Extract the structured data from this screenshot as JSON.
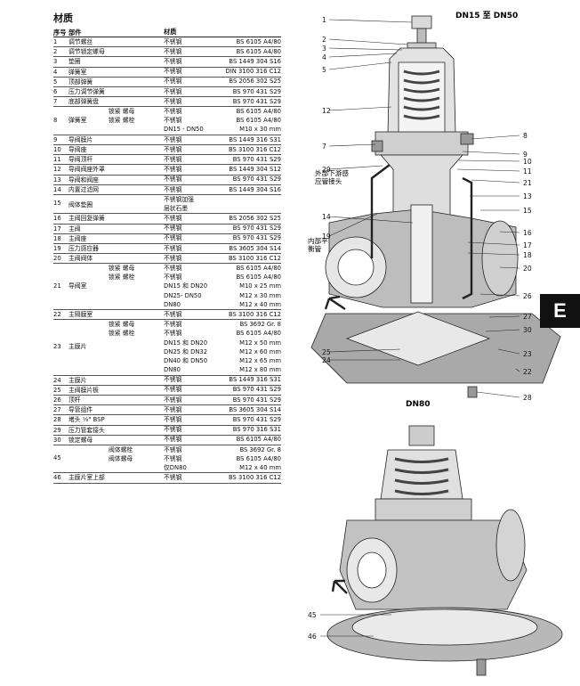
{
  "heading": "材质",
  "table": {
    "col_no": "序号",
    "col_part": "部件",
    "col_material": "材质",
    "rows": [
      {
        "no": "1",
        "part": "调节螺丝",
        "sub": [],
        "mats": [
          {
            "m": "不锈钢",
            "s": "BS 6105 A4/80"
          }
        ]
      },
      {
        "no": "2",
        "part": "调节锁定螺母",
        "sub": [],
        "mats": [
          {
            "m": "不锈钢",
            "s": "BS 6105 A4/80"
          }
        ]
      },
      {
        "no": "3",
        "part": "垫圈",
        "sub": [],
        "mats": [
          {
            "m": "不锈钢",
            "s": "BS 1449 304 S16"
          }
        ]
      },
      {
        "no": "4",
        "part": "弹簧室",
        "sub": [],
        "mats": [
          {
            "m": "不锈钢",
            "s": "DIN 3100 316 C12"
          }
        ]
      },
      {
        "no": "5",
        "part": "顶部弹簧",
        "sub": [],
        "mats": [
          {
            "m": "不锈钢",
            "s": "BS 2056 302 S25"
          }
        ]
      },
      {
        "no": "6",
        "part": "压力调节弹簧",
        "sub": [],
        "mats": [
          {
            "m": "不锈钢",
            "s": "BS 970 431 S29"
          }
        ]
      },
      {
        "no": "7",
        "part": "底部弹簧盘",
        "sub": [],
        "mats": [
          {
            "m": "不锈钢",
            "s": "BS 970 431 S29"
          }
        ]
      },
      {
        "no": "8",
        "part": "弹簧室",
        "sub": [
          "锁紧 螺母",
          "锁紧 螺栓",
          ""
        ],
        "mats": [
          {
            "m": "不锈钢",
            "s": "BS 6105 A4/80"
          },
          {
            "m": "不锈钢",
            "s": "BS 6105 A4/80"
          },
          {
            "m": "DN15 - DN50",
            "s": "M10 x 30 mm"
          }
        ]
      },
      {
        "no": "9",
        "part": "导阀膜片",
        "sub": [],
        "mats": [
          {
            "m": "不锈钢",
            "s": "BS 1449 316 S31"
          }
        ]
      },
      {
        "no": "10",
        "part": "导阀座",
        "sub": [],
        "mats": [
          {
            "m": "不锈钢",
            "s": "BS 3100 316 C12"
          }
        ]
      },
      {
        "no": "11",
        "part": "导阀顶杆",
        "sub": [],
        "mats": [
          {
            "m": "不锈钢",
            "s": "BS 970 431 S29"
          }
        ]
      },
      {
        "no": "12",
        "part": "导阀阀座外罩",
        "sub": [],
        "mats": [
          {
            "m": "不锈钢",
            "s": "BS 1449 304 S12"
          }
        ]
      },
      {
        "no": "13",
        "part": "导阀和阀座",
        "sub": [],
        "mats": [
          {
            "m": "不锈钢",
            "s": "BS 970 431 S29"
          }
        ]
      },
      {
        "no": "14",
        "part": "内置过滤网",
        "sub": [],
        "mats": [
          {
            "m": "不锈钢",
            "s": "BS 1449 304 S16"
          }
        ]
      },
      {
        "no": "15",
        "part": "阀体垫圈",
        "sub": [],
        "mats": [
          {
            "m": "不锈钢加强",
            "s": ""
          },
          {
            "m": "层状石墨",
            "s": ""
          }
        ]
      },
      {
        "no": "16",
        "part": "主阀回复弹簧",
        "sub": [],
        "mats": [
          {
            "m": "不锈钢",
            "s": "BS 2056 302 S25"
          }
        ]
      },
      {
        "no": "17",
        "part": "主阀",
        "sub": [],
        "mats": [
          {
            "m": "不锈钢",
            "s": "BS 970 431 S29"
          }
        ]
      },
      {
        "no": "18",
        "part": "主阀座",
        "sub": [],
        "mats": [
          {
            "m": "不锈钢",
            "s": "BS 970 431 S29"
          }
        ]
      },
      {
        "no": "19",
        "part": "压力感应器",
        "sub": [],
        "mats": [
          {
            "m": "不锈钢",
            "s": "BS 3605 304 S14"
          }
        ]
      },
      {
        "no": "20",
        "part": "主阀阀体",
        "sub": [],
        "mats": [
          {
            "m": "不锈钢",
            "s": "BS 3100 316 C12"
          }
        ]
      },
      {
        "no": "21",
        "part": "导阀室",
        "sub": [
          "锁紧 螺母",
          "锁紧 螺栓",
          "",
          "",
          ""
        ],
        "mats": [
          {
            "m": "不锈钢",
            "s": "BS 6105 A4/80"
          },
          {
            "m": "不锈钢",
            "s": "BS 6105 A4/80"
          },
          {
            "m": "DN15 和 DN20",
            "s": "M10 x 25 mm"
          },
          {
            "m": "DN25- DN50",
            "s": "M12 x 30 mm"
          },
          {
            "m": "DN80",
            "s": "M12 x 40 mm"
          }
        ]
      },
      {
        "no": "22",
        "part": "主隔膜室",
        "sub": [],
        "mats": [
          {
            "m": "不锈钢",
            "s": "BS 3100 316 C12"
          }
        ]
      },
      {
        "no": "23",
        "part": "主膜片",
        "sub": [
          "锁紧 螺母",
          "锁紧 螺栓",
          "",
          "",
          "",
          ""
        ],
        "mats": [
          {
            "m": "不锈钢",
            "s": "BS 3692 Gr. 8"
          },
          {
            "m": "不锈钢",
            "s": "BS 6105 A4/80"
          },
          {
            "m": "DN15 和 DN20",
            "s": "M12 x 50 mm"
          },
          {
            "m": "DN25 和 DN32",
            "s": "M12 x 60 mm"
          },
          {
            "m": "DN40 和 DN50",
            "s": "M12 x 65 mm"
          },
          {
            "m": "DN80",
            "s": "M12 x 80 mm"
          }
        ]
      },
      {
        "no": "24",
        "part": "主膜片",
        "sub": [],
        "mats": [
          {
            "m": "不锈钢",
            "s": "BS 1449 316 S31"
          }
        ]
      },
      {
        "no": "25",
        "part": "主阀膜片板",
        "sub": [],
        "mats": [
          {
            "m": "不锈钢",
            "s": "BS 970 431 S29"
          }
        ]
      },
      {
        "no": "26",
        "part": "顶杆",
        "sub": [],
        "mats": [
          {
            "m": "不锈钢",
            "s": "BS 970 431 S29"
          }
        ]
      },
      {
        "no": "27",
        "part": "导管组件",
        "sub": [],
        "mats": [
          {
            "m": "不锈钢",
            "s": "BS 3605 304 S14"
          }
        ]
      },
      {
        "no": "28",
        "part": "堵头 ⅛\" BSP",
        "sub": [],
        "mats": [
          {
            "m": "不锈钢",
            "s": "BS 970 431 S29"
          }
        ]
      },
      {
        "no": "29",
        "part": "压力管套接头",
        "sub": [],
        "mats": [
          {
            "m": "不锈钢",
            "s": "BS 970 316 S31"
          }
        ]
      },
      {
        "no": "30",
        "part": "锁定螺母",
        "sub": [],
        "mats": [
          {
            "m": "不锈钢",
            "s": "BS 6105 A4/80"
          }
        ]
      },
      {
        "no": "45",
        "part": "",
        "sub": [
          "阀体螺栓",
          "阀体螺母",
          ""
        ],
        "mats": [
          {
            "m": "不锈钢",
            "s": "BS 3692 Gr. 8"
          },
          {
            "m": "不锈钢",
            "s": "BS 6105 A4/80"
          },
          {
            "m": "仅DN80",
            "s": "M12 x 40 mm"
          }
        ]
      },
      {
        "no": "46",
        "part": "主膜片室上部",
        "sub": [],
        "mats": [
          {
            "m": "不锈钢",
            "s": "BS 3100 316 C12"
          }
        ]
      }
    ]
  },
  "figure": {
    "title_top": "DN15 至 DN50",
    "title_bottom": "DN80",
    "note_29": [
      "外部下游感",
      "应管接头"
    ],
    "note_19": [
      "内部平",
      "衡管"
    ],
    "left_callouts": [
      "1",
      "2",
      "3",
      "4",
      "5",
      "12",
      "7",
      "29",
      "14",
      "19",
      "25",
      "24"
    ],
    "right_callouts": [
      "8",
      "9",
      "10",
      "11",
      "21",
      "13",
      "15",
      "16",
      "17",
      "18",
      "20",
      "26",
      "27",
      "30",
      "23",
      "22",
      "28"
    ],
    "dn80_callouts": [
      "45",
      "46"
    ]
  },
  "tab_letter": "E"
}
